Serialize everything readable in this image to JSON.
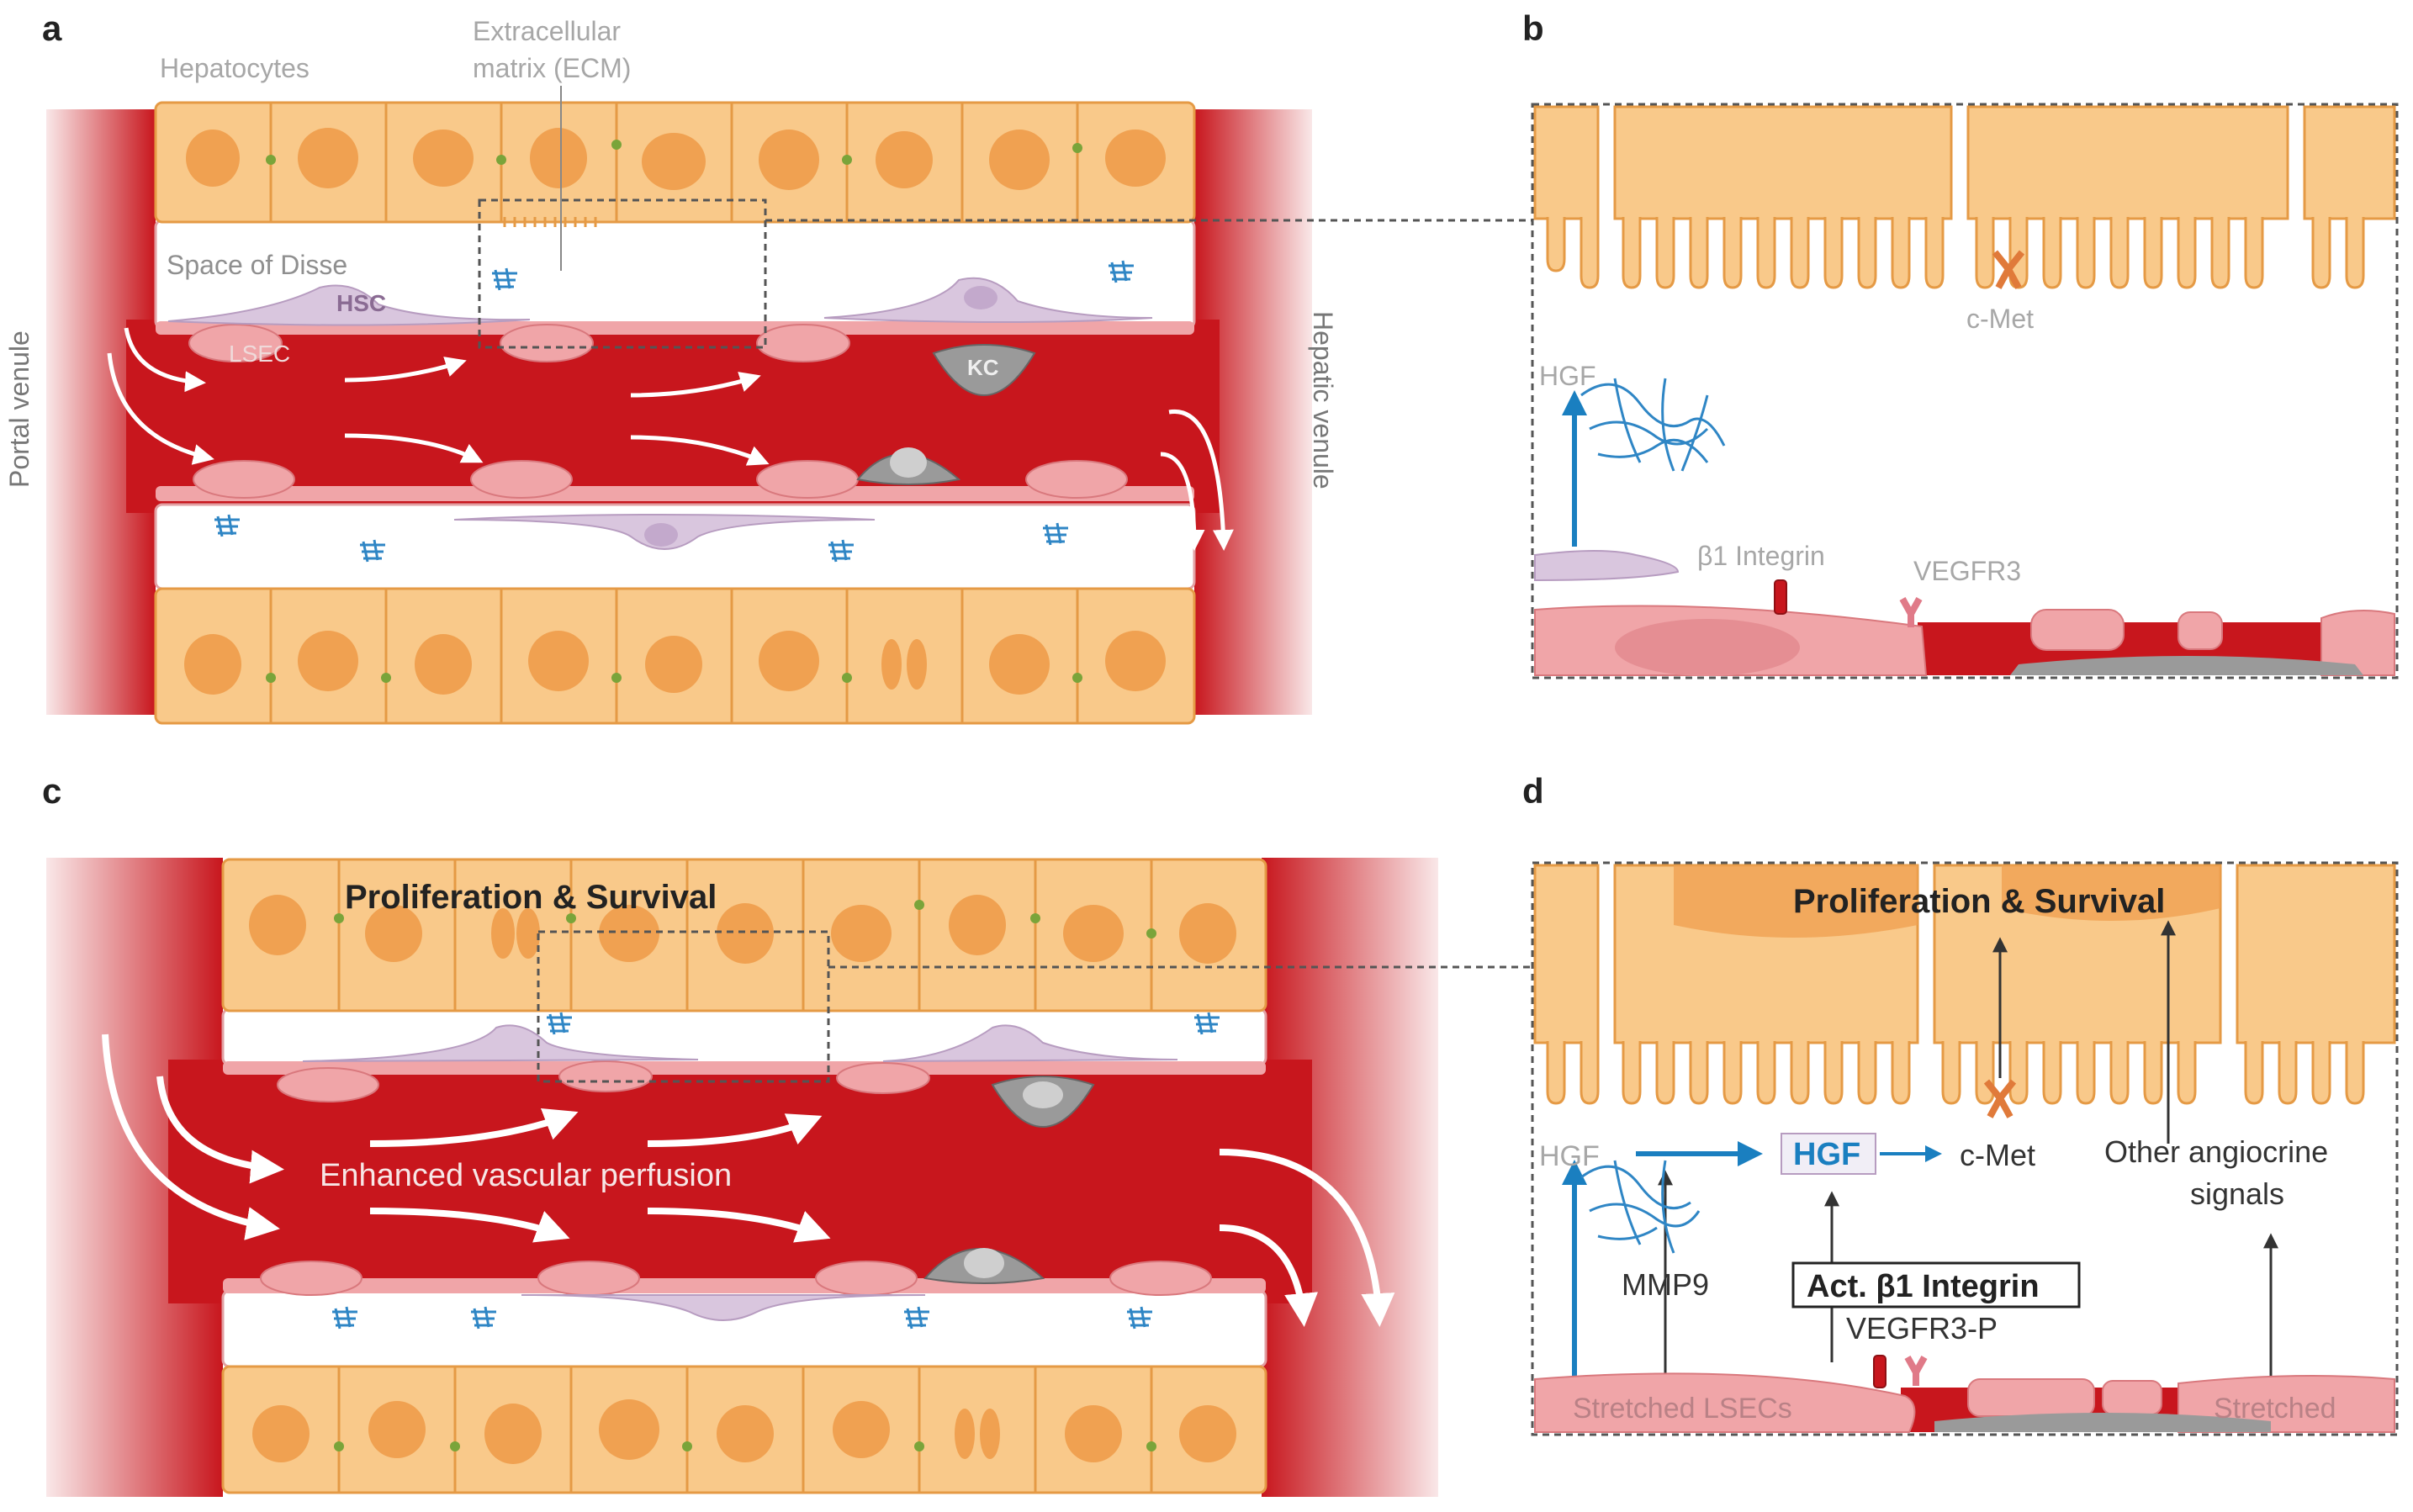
{
  "panels": {
    "a": "a",
    "b": "b",
    "c": "c",
    "d": "d"
  },
  "labels_a": {
    "hepatocytes": "Hepatocytes",
    "ecm_line1": "Extracellular",
    "ecm_line2": "matrix (ECM)",
    "space_of_disse": "Space of Disse",
    "hsc": "HSC",
    "lsec": "LSEC",
    "kc": "KC",
    "portal_venule": "Portal venule",
    "hepatic_venule": "Hepatic venule"
  },
  "labels_b": {
    "c_met": "c-Met",
    "hgf": "HGF",
    "b1_integrin": "β1 Integrin",
    "vegfr3": "VEGFR3"
  },
  "labels_c": {
    "proliferation": "Proliferation & Survival",
    "perfusion": "Enhanced vascular perfusion"
  },
  "labels_d": {
    "proliferation": "Proliferation & Survival",
    "hgf_matrix": "HGF",
    "hgf_active": "HGF",
    "c_met": "c-Met",
    "other_line1": "Other angiocrine",
    "other_line2": "signals",
    "mmp9": "MMP9",
    "act_integrin": "Act. β1 Integrin",
    "vegfr3_p": "VEGFR3-P",
    "stretched_lsecs": "Stretched LSECs",
    "stretched": "Stretched"
  },
  "colors": {
    "blood": "#c8161d",
    "hepatocyte": "#f9c98a",
    "hepatocyte_stroke": "#e59a45",
    "nucleus": "#f0a151",
    "endothelium": "#f0a5a8",
    "hsc": "#d9c6de",
    "kupffer": "#9a9a9a",
    "ecm": "#2f86c5",
    "junction": "#7aa43a",
    "signal_arrow": "#1a7fc0"
  }
}
